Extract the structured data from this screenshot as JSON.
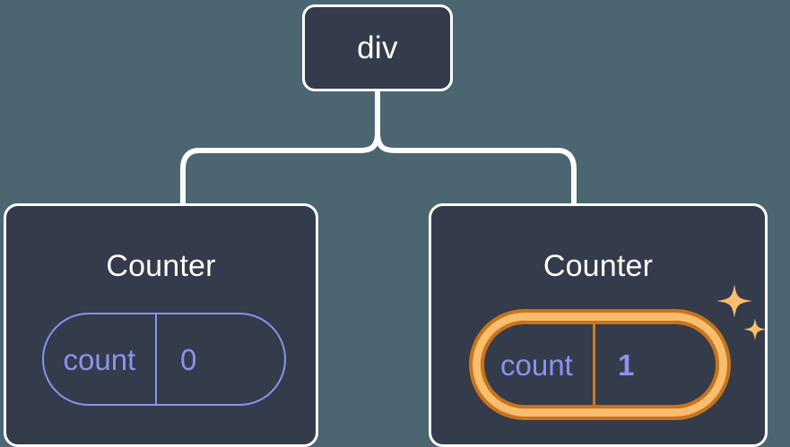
{
  "diagram": {
    "type": "component-tree",
    "background_color": "#4b6671",
    "node_fill_color": "#343b4b",
    "node_border_color": "#ffffff",
    "connector_color": "#ffffff",
    "accent_purple": "#8b92f0",
    "accent_orange_light": "#f9bd6e",
    "accent_orange_dark": "#c9741b"
  },
  "root": {
    "label": "div"
  },
  "children": [
    {
      "title": "Counter",
      "hook": {
        "key": "count",
        "value": "0"
      },
      "highlighted": false
    },
    {
      "title": "Counter",
      "hook": {
        "key": "count",
        "value": "1"
      },
      "highlighted": true,
      "sparkle_count": 2
    }
  ]
}
